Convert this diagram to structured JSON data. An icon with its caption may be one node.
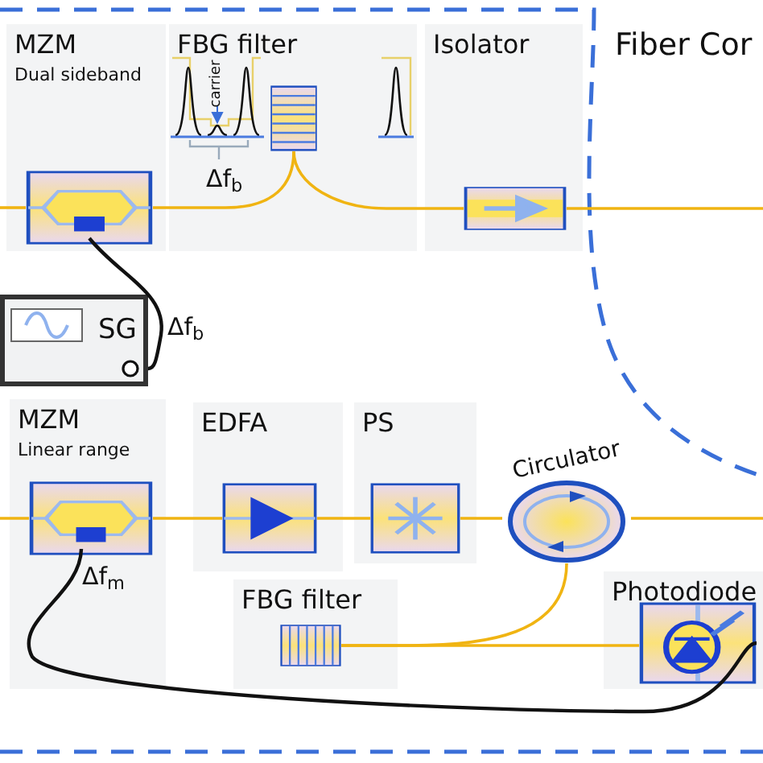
{
  "diagram": {
    "nodes": [
      {
        "text": [
          "MZM",
          "Dual sideband"
        ]
      },
      {
        "text": [],
        "shape": "box",
        "in": 0
      },
      {
        "text": [
          "FBG filter"
        ]
      },
      {
        "text": [],
        "shape": "box",
        "in": 2
      },
      {
        "text": [
          "Isolator"
        ]
      },
      {
        "text": [],
        "shape": "box",
        "in": 4
      },
      {
        "text": [
          "SG"
        ]
      },
      {
        "text": [
          "MZM",
          "Linear range"
        ]
      },
      {
        "text": [],
        "shape": "box",
        "in": 7
      },
      {
        "text": [
          "EDFA"
        ]
      },
      {
        "text": [],
        "shape": "box",
        "in": 9
      },
      {
        "text": [
          "PS"
        ]
      },
      {
        "text": [],
        "shape": "box",
        "in": 11
      },
      {
        "text": [
          "Circulator"
        ]
      },
      {
        "text": [
          "FBG filter"
        ]
      },
      {
        "text": [],
        "shape": "box",
        "in": 14
      },
      {
        "text": [
          "Photodiode"
        ]
      },
      {
        "text": [],
        "shape": "box",
        "in": 16
      }
    ],
    "edges": [
      {
        "from": null,
        "to": 1,
        "arrow": "none"
      },
      {
        "from": 1,
        "to": 3,
        "arrow": "none"
      },
      {
        "from": 3,
        "to": 5,
        "arrow": "none"
      },
      {
        "from": 5,
        "to": null,
        "arrow": "none"
      },
      {
        "from": 1,
        "to": 6,
        "arrow": "none",
        "label": "Δf$_{b}$",
        "color": "#111111"
      },
      {
        "from": null,
        "to": 8,
        "arrow": "none"
      },
      {
        "from": 8,
        "to": 10,
        "arrow": "none"
      },
      {
        "from": 10,
        "to": 12,
        "arrow": "none"
      },
      {
        "from": 12,
        "to": 13,
        "arrow": "none"
      },
      {
        "from": 13,
        "to": null,
        "arrow": "none"
      },
      {
        "from": 13,
        "to": 15,
        "arrow": "none"
      },
      {
        "from": 15,
        "to": 17,
        "arrow": "none"
      },
      {
        "from": 8,
        "to": 17,
        "arrow": "none",
        "label": "Δf$_{m}$",
        "color": "#111111"
      }
    ],
    "labels": [
      "carrier",
      "Δf$_{b}$",
      "Fiber Cor"
    ]
  }
}
